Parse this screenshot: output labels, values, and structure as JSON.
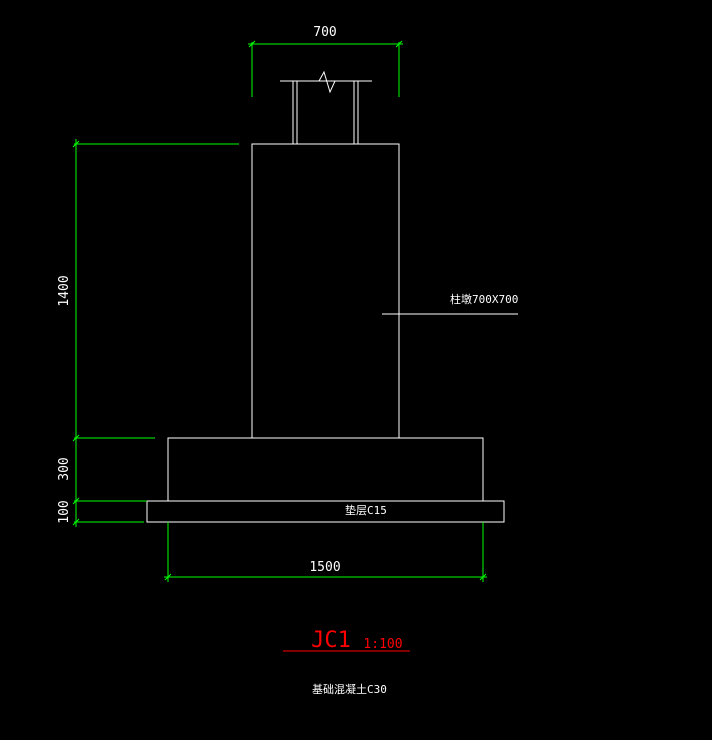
{
  "drawing": {
    "dimensions": {
      "column_width": "700",
      "pedestal_height": "1400",
      "footing_height": "300",
      "cushion_height": "100",
      "footing_width": "1500"
    },
    "labels": {
      "column_pedestal": "柱墩700X700",
      "cushion": "垫层C15",
      "concrete_grade": "基础混凝土C30"
    },
    "title": {
      "name": "JC1",
      "scale": "1:100"
    },
    "colors": {
      "background": "#000000",
      "outline": "#ffffff",
      "dimension": "#00ff00",
      "title": "#ff0000"
    }
  }
}
